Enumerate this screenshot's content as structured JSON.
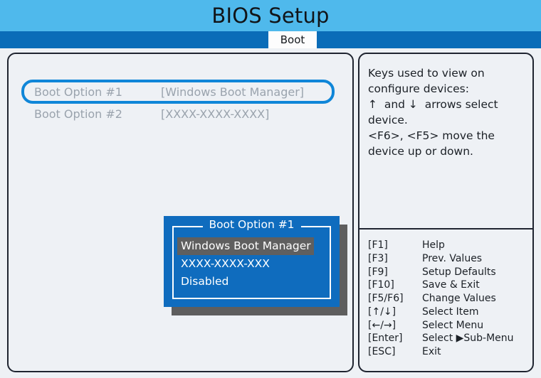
{
  "header": {
    "title": "BIOS Setup"
  },
  "tabs": [
    {
      "label": "Boot",
      "active": true
    }
  ],
  "boot_options": [
    {
      "label": "Boot Option  #1",
      "value": "[Windows Boot Manager]",
      "selected": true
    },
    {
      "label": "Boot Option  #2",
      "value": "[XXXX-XXXX-XXXX]",
      "selected": false
    }
  ],
  "dropdown": {
    "title": "Boot Option  #1",
    "items": [
      {
        "label": "Windows Boot Manager",
        "highlighted": true
      },
      {
        "label": "XXXX-XXXX-XXX",
        "highlighted": false
      },
      {
        "label": "Disabled",
        "highlighted": false
      }
    ]
  },
  "help": {
    "text": "Keys used to view on configure devices:\n↑  and ↓  arrows select device.\n<F6>, <F5> move the device up or down."
  },
  "legend": [
    {
      "key": "[F1]",
      "desc": "Help"
    },
    {
      "key": "[F3]",
      "desc": "Prev. Values"
    },
    {
      "key": "[F9]",
      "desc": "Setup Defaults"
    },
    {
      "key": "[F10]",
      "desc": "Save & Exit"
    },
    {
      "key": "[F5/F6]",
      "desc": "Change Values"
    },
    {
      "key": "[↑/↓]",
      "desc": "Select Item"
    },
    {
      "key": "[←/→]",
      "desc": "Select Menu"
    },
    {
      "key": "[Enter]",
      "desc": "Select ▶Sub-Menu"
    },
    {
      "key": "[ESC]",
      "desc": "Exit"
    }
  ],
  "colors": {
    "title_bar": "#4fb9ec",
    "tab_bar": "#0a6cb8",
    "tab_active_bg": "#fdfdfd",
    "panel_bg": "#eef1f5",
    "panel_border": "#1f2430",
    "selection_ring": "#0f86d8",
    "popup_bg": "#0f6cbe",
    "popup_shadow": "#5e5e5e",
    "popup_highlight": "#5f5f5f",
    "dim_text": "#9aa3ad"
  }
}
